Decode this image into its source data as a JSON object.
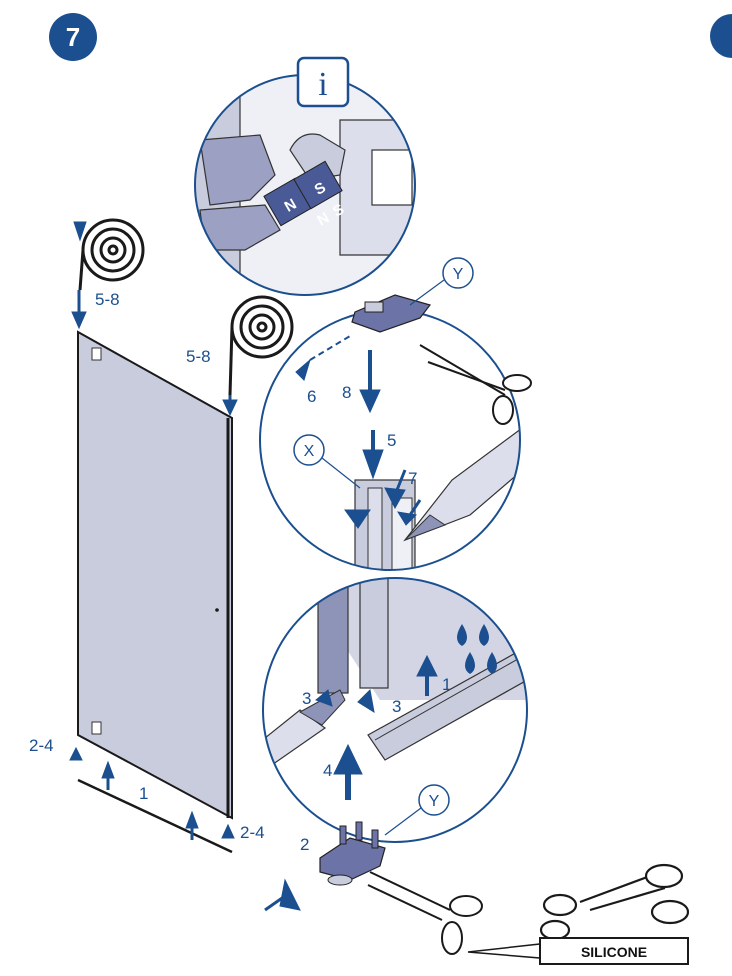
{
  "step": {
    "number": "7",
    "next_number_partial": ""
  },
  "info_badge": {
    "glyph": "i"
  },
  "magnet_letters": [
    "N",
    "S",
    "N",
    "S"
  ],
  "callouts": {
    "y_top": "Y",
    "x": "X",
    "y_bottom": "Y"
  },
  "labels": {
    "roll_left": "5-8",
    "roll_right": "5-8",
    "step_6": "6",
    "step_8": "8",
    "step_5": "5",
    "step_7": "7",
    "step_3_left": "3",
    "step_3_right": "3",
    "step_1_circle": "1",
    "step_4": "4",
    "step_2": "2",
    "panel_2_4_left": "2-4",
    "panel_1": "1",
    "panel_2_4_right": "2-4"
  },
  "silicone_tube": {
    "text": "SILICONE"
  },
  "colors": {
    "accent": "#1b4f8f",
    "glass": "#c9ccdd",
    "seal": "#8e93b8",
    "line": "#1a1a1a"
  }
}
